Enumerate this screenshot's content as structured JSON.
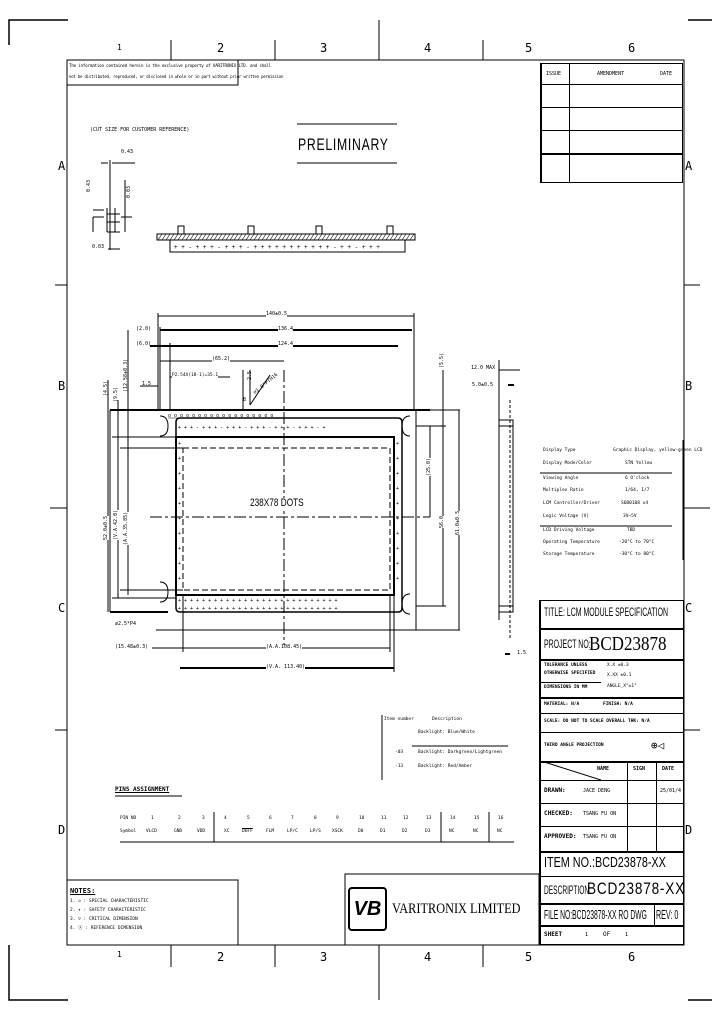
{
  "frame": {
    "columns": [
      "1",
      "2",
      "3",
      "4",
      "5",
      "6"
    ],
    "rows": [
      "A",
      "B",
      "C",
      "D"
    ]
  },
  "disclaimer": {
    "line1": "The information contained herein is the exclusive property of VARITRONIX LTD. and shall",
    "line2": "not be distributed, reproduced, or disclosed in whole or in part without prior written permission"
  },
  "revision_table": {
    "headers": [
      "ISSUE",
      "AMENDMENT",
      "DATE"
    ],
    "rows": [
      [
        "",
        "",
        ""
      ],
      [
        "",
        "",
        ""
      ],
      [
        "",
        "",
        ""
      ],
      [
        "",
        "",
        ""
      ]
    ]
  },
  "cut_size": {
    "label": "(CUT SIZE FOR CUSTOMER REFERENCE)",
    "dim_width": "0.43",
    "dim_height": "0.43",
    "dim_gap": "0.03",
    "dim_bottom": "0.03"
  },
  "stamp": "PRELIMINARY",
  "drawing": {
    "dots_label": "238X78  DOTS",
    "dims": {
      "overall_width": "140±0.5",
      "width_136": "136.4",
      "width_124": "124.4",
      "offset_2": "(2.0)",
      "offset_6": "(6.0)",
      "pitch_center": "(65.2)",
      "pin_pitch": "P2.54X(18-1)=35.1",
      "dim_1_5": "1.5",
      "dim_2_5": "2.5",
      "dim_8": "8",
      "hole_dia": "⌀1.0*PTH16",
      "dim_4_5": "(4.5)",
      "dim_9_5": "(9.5)",
      "dim_12_5": "(12.58±0.3)",
      "height_52": "52.0±0.5",
      "va_height": "(V.A.42.0)",
      "aa_height": "(A.A.35.85)",
      "mount_hole": "⌀2.5*P4",
      "dim_15_48": "(15.48±0.3)",
      "aa_width": "(A.A.108.45)",
      "va_width": "(V.A. 113.40)",
      "dim_5_5": "(5.5)",
      "dim_25": "(25.0)",
      "dim_56": "56.0",
      "height_61": "61.0±0.5",
      "max_thickness": "12.0 MAX",
      "thickness_5": "5.0±0.5",
      "dim_side_1_5": "1.5"
    }
  },
  "specs": [
    {
      "label": "Display Type",
      "value": "Graphic Display, yellow-green LCD"
    },
    {
      "label": "Display Mode/Color",
      "value": "STN Yellow"
    },
    {
      "label": "Viewing Angle",
      "value": "6 O'clock"
    },
    {
      "label": "Multiplex Ratio",
      "value": "1/64, 1/7"
    },
    {
      "label": "LCM Controller/Driver",
      "value": "S6B0108 x4"
    },
    {
      "label": "Logic Voltage (V)",
      "value": "3V~5V"
    },
    {
      "label": "LCD Driving Voltage",
      "value": "TBD"
    },
    {
      "label": "Operating Temperature",
      "value": "-20°C to 70°C"
    },
    {
      "label": "Storage Temperature",
      "value": "-30°C to 80°C"
    }
  ],
  "backlight_table": {
    "headers": [
      "Item number",
      "Description"
    ],
    "rows": [
      {
        "item": "",
        "desc": "Backlight: Blue/White"
      },
      {
        "item": "-03",
        "desc": "Backlight: Darkgreen/Lightgreen"
      },
      {
        "item": "-13",
        "desc": "Backlight: Red/Amber"
      }
    ]
  },
  "pins": {
    "title": "PINS ASSIGNMENT",
    "header_no": "PIN NO",
    "header_symbol": "Symbol",
    "numbers": [
      "1",
      "2",
      "3",
      "4",
      "5",
      "6",
      "7",
      "8",
      "9",
      "10",
      "11",
      "12",
      "13",
      "14",
      "15",
      "16"
    ],
    "symbols": [
      "VLCD",
      "GND",
      "VDD",
      "XC",
      "DOFF",
      "FLM",
      "LP/C",
      "LP/S",
      "XSCK",
      "D0",
      "D1",
      "D2",
      "D3",
      "NC",
      "NC",
      "NC"
    ]
  },
  "notes": {
    "title": "NOTES:",
    "items": [
      "1. ◇ : SPECIAL CHARACTERISTIC",
      "2. ✦ : SAFETY CHARACTERISTIC",
      "3. ▽ : CRITICAL DIMENSION",
      "4. ⓧ : REFERENCE DIMENSION"
    ]
  },
  "company": {
    "logo": "VB",
    "name": "VARITRONIX  LIMITED"
  },
  "title_block": {
    "title": "TITLE: LCM MODULE SPECIFICATION",
    "project_label": "PROJECT NO:",
    "project_no": "BCD23878",
    "tolerance_label1": "TOLERANCE UNLESS",
    "tolerance_label2": "OTHERWISE SPECIFIED",
    "tol1": "X.X  ±0.3",
    "tol2": "X.XX  ±0.1",
    "dimensions_label": "DIMENSIONS IN MM",
    "tol3": "ANGLE_X°±1°",
    "material": "MATERIAL: N/A",
    "finish": "FINISH:  N/A",
    "scale": "SCALE: DO NOT TO SCALE  OVERALL THK: N/A",
    "projection": "THIRD ANGLE PROJECTION",
    "sign_headers": [
      "NAME",
      "SIGN",
      "DATE"
    ],
    "drawn_label": "DRAWN:",
    "drawn_name": "JACE DENG",
    "drawn_date": "25/01/4",
    "checked_label": "CHECKED:",
    "checked_name": "TSANG FU ON",
    "approved_label": "APPROVED:",
    "approved_name": "TSANG FU ON",
    "item_no": "ITEM NO.:BCD23878-XX",
    "description_label": "DESCRIPTION:",
    "description": "BCD23878-XX",
    "file_no": "FILE NO:BCD23878-XX RO DWG",
    "rev": "REV: 0",
    "sheet_label": "SHEET",
    "sheet_no": "1",
    "sheet_of": "OF",
    "sheet_total": "1"
  }
}
